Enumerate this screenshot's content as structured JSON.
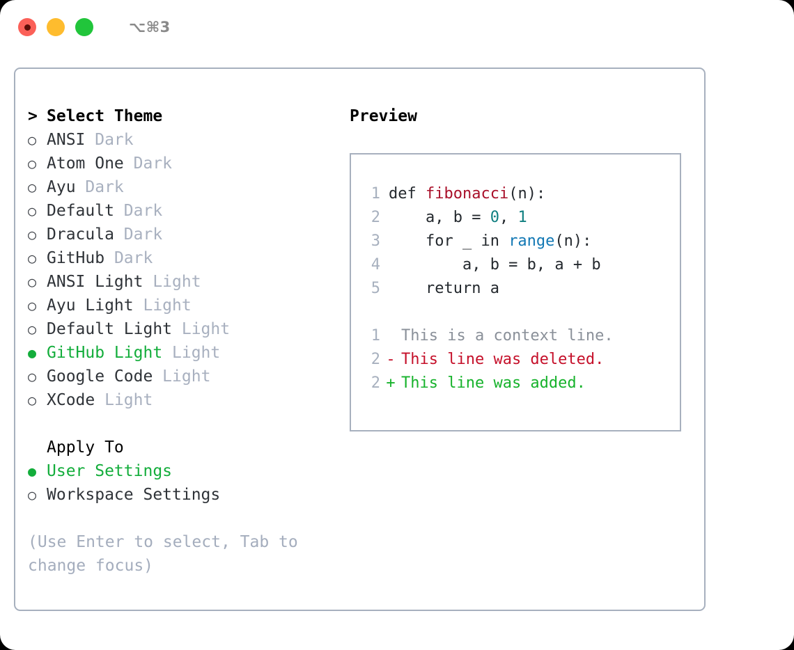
{
  "titlebar": {
    "shortcut": "⌥⌘3",
    "lights": [
      "close-red",
      "minimize-yellow",
      "maximize-green"
    ]
  },
  "theme_section": {
    "caret": ">",
    "header": "Select Theme",
    "focused": true,
    "bullet_selected": "●",
    "bullet_unselected": "○",
    "items": [
      {
        "label": "ANSI",
        "tag": "Dark",
        "selected": false
      },
      {
        "label": "Atom One",
        "tag": "Dark",
        "selected": false
      },
      {
        "label": "Ayu",
        "tag": "Dark",
        "selected": false
      },
      {
        "label": "Default",
        "tag": "Dark",
        "selected": false
      },
      {
        "label": "Dracula",
        "tag": "Dark",
        "selected": false
      },
      {
        "label": "GitHub",
        "tag": "Dark",
        "selected": false
      },
      {
        "label": "ANSI Light",
        "tag": "Light",
        "selected": false
      },
      {
        "label": "Ayu Light",
        "tag": "Light",
        "selected": false
      },
      {
        "label": "Default Light",
        "tag": "Light",
        "selected": false
      },
      {
        "label": "GitHub Light",
        "tag": "Light",
        "selected": true
      },
      {
        "label": "Google Code",
        "tag": "Light",
        "selected": false
      },
      {
        "label": "XCode",
        "tag": "Light",
        "selected": false
      }
    ]
  },
  "apply_section": {
    "header": "Apply To",
    "focused": false,
    "items": [
      {
        "label": "User Settings",
        "selected": true
      },
      {
        "label": "Workspace Settings",
        "selected": false
      }
    ]
  },
  "hint": "(Use Enter to select, Tab to change focus)",
  "preview": {
    "title": "Preview",
    "code": [
      {
        "no": "1",
        "segments": [
          {
            "t": "def ",
            "c": "plain"
          },
          {
            "t": "fibonacci",
            "c": "fn"
          },
          {
            "t": "(n):",
            "c": "plain"
          }
        ]
      },
      {
        "no": "2",
        "segments": [
          {
            "t": "    a, b = ",
            "c": "plain"
          },
          {
            "t": "0",
            "c": "num"
          },
          {
            "t": ", ",
            "c": "plain"
          },
          {
            "t": "1",
            "c": "num"
          }
        ]
      },
      {
        "no": "3",
        "segments": [
          {
            "t": "    for _ in ",
            "c": "plain"
          },
          {
            "t": "range",
            "c": "call"
          },
          {
            "t": "(n):",
            "c": "plain"
          }
        ]
      },
      {
        "no": "4",
        "segments": [
          {
            "t": "        a, b = b, a + b",
            "c": "plain"
          }
        ]
      },
      {
        "no": "5",
        "segments": [
          {
            "t": "    return a",
            "c": "plain"
          }
        ]
      }
    ],
    "diff": [
      {
        "no": "1",
        "marker": " ",
        "text": "This is a context line.",
        "kind": "context"
      },
      {
        "no": "2",
        "marker": "-",
        "text": "This line was deleted.",
        "kind": "del"
      },
      {
        "no": "2",
        "marker": "+",
        "text": "This line was added.",
        "kind": "add"
      }
    ]
  },
  "colors": {
    "accent_green": "#13ad3b",
    "border": "#a7b0be",
    "muted": "#a8b0bf",
    "diff_add": "#16b22b",
    "diff_del": "#c5102a",
    "fn_red": "#a9102a",
    "num_teal": "#0f7f80",
    "call_blue": "#1278b4"
  }
}
